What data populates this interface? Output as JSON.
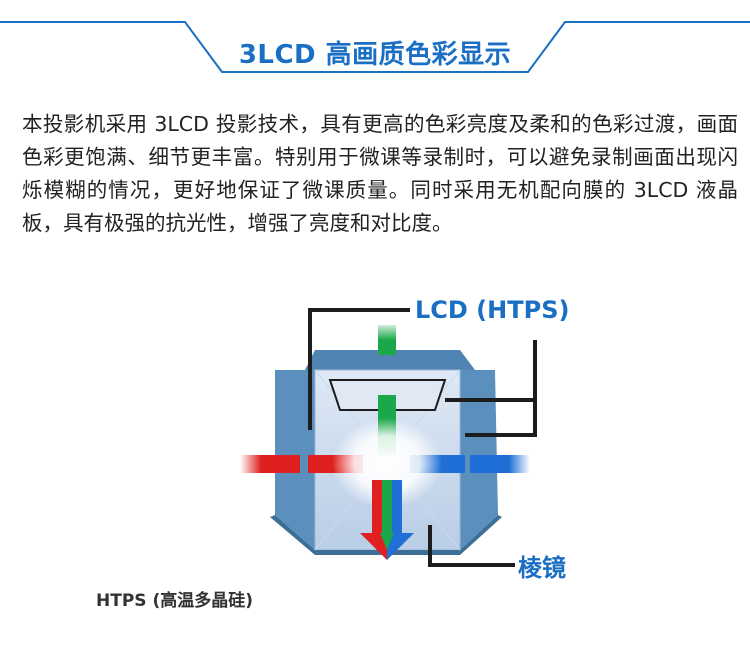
{
  "header": {
    "title": "3LCD 高画质色彩显示"
  },
  "intro": {
    "paragraph": "本投影机采用 3LCD 投影技术，具有更高的色彩亮度及柔和的色彩过渡，画面色彩更饱满、细节更丰富。特别用于微课等录制时，可以避免录制画面出现闪烁模糊的情况，更好地保证了微课质量。同时采用无机配向膜的 3LCD 液晶板，具有极强的抗光性，增强了亮度和对比度。"
  },
  "diagram": {
    "label_lcd": "LCD (HTPS)",
    "label_prism": "棱镜",
    "caption": "HTPS (高温多晶硅)",
    "colors": {
      "accent": "#1a6fc4",
      "red": "#e02020",
      "green": "#1aa84a",
      "blue": "#1f6fd6",
      "panel_frame": "#5b8fbe",
      "panel_dark": "#3d6f96"
    }
  }
}
